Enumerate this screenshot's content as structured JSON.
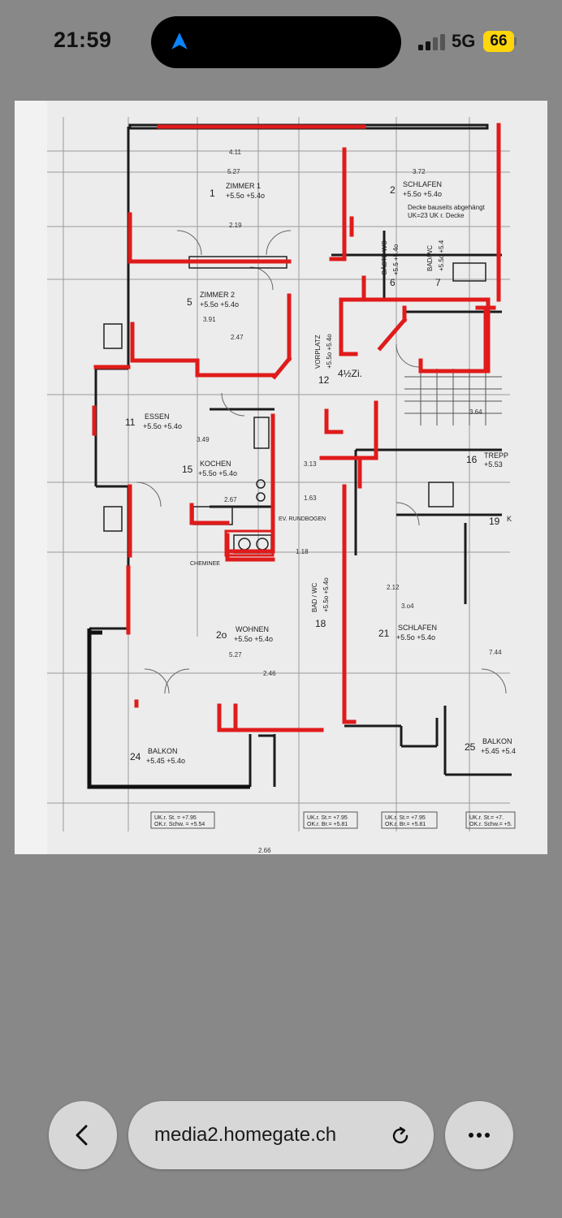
{
  "status_bar": {
    "time": "21:59",
    "network": "5G",
    "battery": "66",
    "icons": [
      "location-arrow-icon",
      "signal-icon",
      "battery-icon"
    ]
  },
  "floorplan": {
    "rooms": [
      {
        "num": "1",
        "name": "ZIMMER 1",
        "level": "+5.5o +5.4o"
      },
      {
        "num": "2",
        "name": "SCHLAFEN",
        "level": "+5.5o +5.4o"
      },
      {
        "num": "5",
        "name": "ZIMMER 2",
        "level": "+5.5o +5.4o"
      },
      {
        "num": "6",
        "name": "GÄSTE WC",
        "level": "+5.5 +5.4o"
      },
      {
        "num": "7",
        "name": "BAD/WC",
        "level": "+5.5o +5.4"
      },
      {
        "num": "11",
        "name": "ESSEN",
        "level": "+5.5o +5.4o"
      },
      {
        "num": "12",
        "name": "VORPLATZ",
        "level": "+5.5o +5.4o"
      },
      {
        "num": "15",
        "name": "KOCHEN",
        "level": "+5.5o +5.4o"
      },
      {
        "num": "16",
        "name": "TREPP",
        "level": "+5.53"
      },
      {
        "num": "18",
        "name": "BAD / WC",
        "level": "+5.5o +5.4o"
      },
      {
        "num": "19",
        "name": "K",
        "level": ""
      },
      {
        "num": "2o",
        "name": "WOHNEN",
        "level": "+5.5o +5.4o"
      },
      {
        "num": "21",
        "name": "SCHLAFEN",
        "level": "+5.5o +5.4o"
      },
      {
        "num": "24",
        "name": "BALKON",
        "level": "+5.45 +5.4o"
      },
      {
        "num": "25",
        "name": "BALKON",
        "level": "+5.45 +5.4"
      }
    ],
    "notes": {
      "ceiling_note_1": "Decke bauseits abgehängt",
      "ceiling_note_2": "UK=23 UK r. Decke",
      "apartment": "4½Zi.",
      "chimney": "CHEMINEE",
      "arch": "EV. RUNDBOGEN",
      "level_1": "UK.r. St. = +7.95",
      "level_2": "OK.r. Schw. = +5.54",
      "level_3": "UK.r. St.= +7.95",
      "level_4": "OK.r. Br.= +5.81",
      "level_5": "UK.r. St.= +7.95",
      "level_6": "OK.r. Br.= +5.81",
      "level_7": "UK.r. St.= +7.",
      "level_8": "OK.r. Schw.= +5.",
      "dim_a": "4.11",
      "dim_b": "5.27",
      "dim_c": "3.72",
      "dim_d": "2.19",
      "dim_e": "3.91",
      "dim_f": "2.47",
      "dim_g": "3.49",
      "dim_h": "2.67",
      "dim_i": "5.27",
      "dim_j": "2.46",
      "dim_k": "2.12",
      "dim_l": "3.o4",
      "dim_m": "7.44",
      "dim_n": "3.64",
      "dim_o": "1.63",
      "dim_p": "3.13",
      "dim_q": "1.18",
      "dim_r": "2.66"
    }
  },
  "toolbar": {
    "url": "media2.homegate.ch",
    "back_icon": "chevron-left-icon",
    "reload_icon": "reload-icon",
    "more_icon": "ellipsis-icon"
  },
  "colors": {
    "background": "#888888",
    "plan_paper": "#f2f2f2",
    "red_marking": "#e01b1b",
    "battery": "#ffd60a",
    "location": "#0a84ff"
  }
}
